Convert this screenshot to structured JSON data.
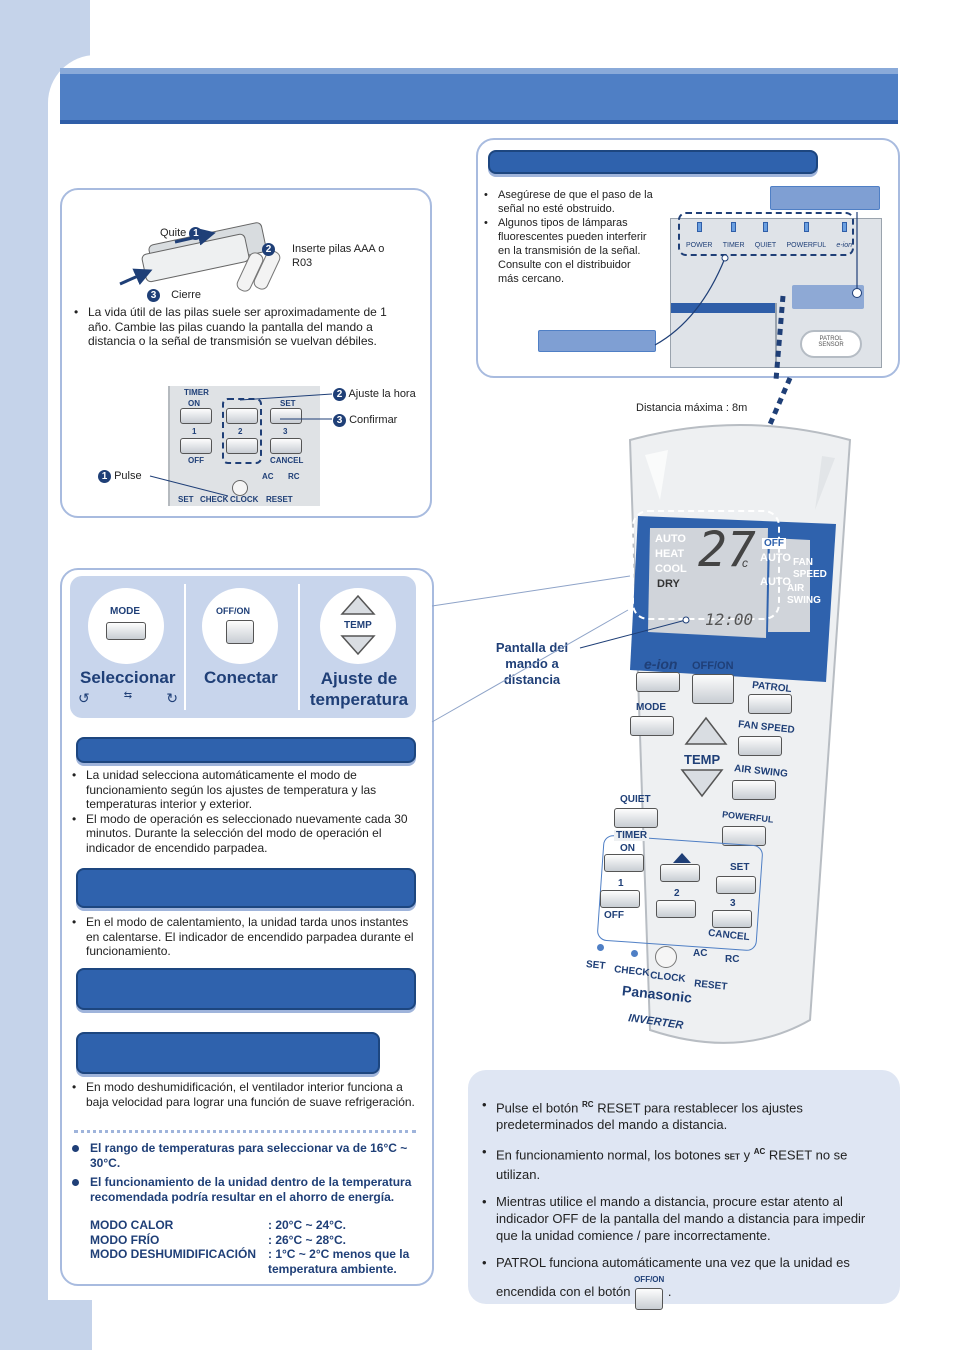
{
  "batteries": {
    "step1": "Quite",
    "step2": "Inserte pilas AAA o R03",
    "step3": "Cierre",
    "note": "La vida útil de las pilas suele ser aproximadamente de 1 año. Cambie las pilas cuando la pantalla del mando a distancia o la señal de transmisión se vuelvan débiles."
  },
  "clock": {
    "step1": "Pulse",
    "step2": "Ajuste la hora",
    "step3": "Confirmar",
    "keys": {
      "timer": "TIMER",
      "on": "ON",
      "off": "OFF",
      "set": "SET",
      "cancel": "CANCEL",
      "one": "1",
      "two": "2",
      "three": "3",
      "set_small": "SET",
      "check": "CHECK",
      "clock": "CLOCK",
      "ac": "AC",
      "rc": "RC",
      "reset": "RESET"
    }
  },
  "signal": {
    "bullet1": "Asegúrese de que el paso de la señal no esté obstruido.",
    "bullet2": "Algunos tipos de lámparas fluorescentes pueden interferir en la transmisión de la señal. Consulte con el distribuidor más cercano.",
    "indicators": [
      "POWER",
      "TIMER",
      "QUIET",
      "POWERFUL",
      "e-ion"
    ],
    "patrol": "PATROL",
    "sensor": "SENSOR",
    "distance": "Distancia máxima : 8m"
  },
  "modes": {
    "mode_key": "MODE",
    "offon_key": "OFF/ON",
    "temp_key": "TEMP",
    "select": "Seleccionar",
    "connect": "Conectar",
    "temp_adjust": "Ajuste de temperatura"
  },
  "auto_notes": {
    "bullet1": "La unidad selecciona automáticamente el modo de funcionamiento según los ajustes de temperatura y las temperaturas interior y exterior.",
    "bullet2": "El modo de operación es seleccionado nuevamente cada 30 minutos. Durante la selección del modo de operación el indicador de encendido parpadea."
  },
  "heat_notes": {
    "bullet1": "En el modo de calentamiento, la unidad tarda unos instantes en calentarse. El indicador de encendido parpadea durante el funcionamiento."
  },
  "dry_notes": {
    "bullet1": "En modo deshumidificación, el ventilador interior funciona a baja velocidad para lograr una función de suave refrigeración."
  },
  "temp_notes": {
    "range": "El rango de temperaturas para seleccionar va de 16°C ~ 30°C.",
    "recommend": "El funcionamiento de la unidad dentro de la temperatura recomendada podría resultar en el ahorro de energía.",
    "rows": [
      {
        "label": "MODO CALOR",
        "value": ": 20°C ~ 24°C."
      },
      {
        "label": "MODO FRÍO",
        "value": ": 26°C ~ 28°C."
      },
      {
        "label": "MODO DESHUMIDIFICACIÓN",
        "value": ": 1°C ~ 2°C menos que la temperatura ambiente."
      }
    ]
  },
  "remote": {
    "display_label": "Pantalla del mando a distancia",
    "modes": [
      "AUTO",
      "HEAT",
      "COOL",
      "DRY"
    ],
    "temp": "27",
    "unit": "c",
    "off": "OFF",
    "auto1": "AUTO",
    "auto2": "AUTO",
    "fan_speed": "FAN SPEED",
    "air_swing": "AIR SWING",
    "time": "12:00",
    "eion": "e-ion",
    "offon": "OFF/ON",
    "patrol": "PATROL",
    "mode": "MODE",
    "fanspeed_key": "FAN SPEED",
    "temp_key": "TEMP",
    "airswing_key": "AIR SWING",
    "quiet": "QUIET",
    "powerful": "POWERFUL",
    "timer": "TIMER",
    "on": "ON",
    "off_key": "OFF",
    "set": "SET",
    "cancel": "CANCEL",
    "one": "1",
    "two": "2",
    "three": "3",
    "set_small": "SET",
    "check": "CHECK",
    "clock": "CLOCK",
    "ac": "AC",
    "rc": "RC",
    "reset": "RESET",
    "brand": "Panasonic",
    "inverter": "INVERTER"
  },
  "notes": {
    "n1_a": "Pulse el botón",
    "n1_icon": "RC",
    "n1_b": "RESET para restablecer los ajustes predeterminados del mando a distancia.",
    "n2_a": "En funcionamiento normal, los botones",
    "n2_icon1": "SET",
    "n2_mid": "y",
    "n2_icon2": "AC",
    "n2_b": "RESET no se utilizan.",
    "n3": "Mientras utilice el mando a distancia, procure estar atento al indicador OFF de la pantalla del mando a distancia para impedir que la unidad comience / pare incorrectamente.",
    "n4_a": "PATROL funciona automáticamente una vez que la unidad es encendida con el botón",
    "n4_icon": "OFF/ON",
    "n4_b": "."
  }
}
